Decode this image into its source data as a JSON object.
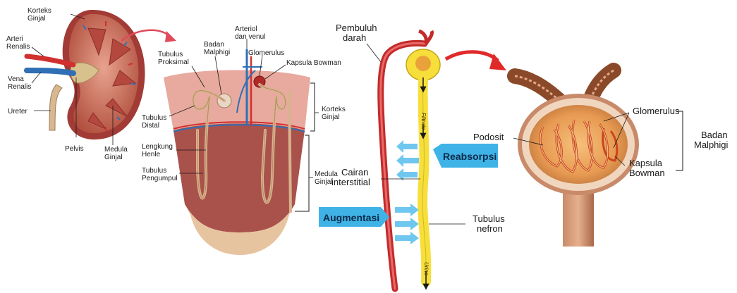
{
  "kidney_labels": {
    "korteks_ginjal": [
      "Korteks",
      "Ginjal"
    ],
    "arteri_renalis": [
      "Arteri",
      "Renalis"
    ],
    "vena_renalis": [
      "Vena",
      "Renalis"
    ],
    "ureter": "Ureter",
    "pelvis": "Pelvis",
    "medula_ginjal": [
      "Medula",
      "Ginjal"
    ]
  },
  "section_labels": {
    "tubulus_proksimal": [
      "Tubulus",
      "Proksimal"
    ],
    "badan_malphigi": [
      "Badan",
      "Malphigi"
    ],
    "arteriol_venul": [
      "Arteriol",
      "dan venul"
    ],
    "glomerulus": "Glomerulus",
    "kapsula_bowman": "Kapsula Bowman",
    "tubulus_distal": [
      "Tubulus",
      "Distal"
    ],
    "korteks_ginjal": [
      "Korteks",
      "Ginjal"
    ],
    "lengkung_henle": [
      "Lengkung",
      "Henle"
    ],
    "tubulus_pengumpul": [
      "Tubulus",
      "Pengumpul"
    ],
    "medula_ginjal": [
      "Medula",
      "Ginjal"
    ]
  },
  "tubule_labels": {
    "pembuluh_darah": [
      "Pembuluh",
      "darah"
    ],
    "cairan_interstitial": [
      "Cairan",
      "interstitial"
    ],
    "reabsorpsi": "Reabsorpsi",
    "augmentasi": "Augmentasi",
    "tubulus_nefron": [
      "Tubulus",
      "nefron"
    ],
    "filtrate": "Filtrate",
    "urine": "Urine"
  },
  "malphigi_labels": {
    "glomerulus": "Glomerulus",
    "podosit": "Podosit",
    "kapsula_bowman": [
      "Kapsula",
      "Bowman"
    ],
    "badan_malphigi": [
      "Badan",
      "Malphigi"
    ]
  },
  "colors": {
    "cortex": "#e8a99e",
    "medulla": "#a9524b",
    "artery": "#d22f2f",
    "vein": "#2f6fb5",
    "tubule_yellow": "#f6df3a",
    "callout_blue": "#3fb3e6",
    "arrow_red": "#e02a2a"
  }
}
